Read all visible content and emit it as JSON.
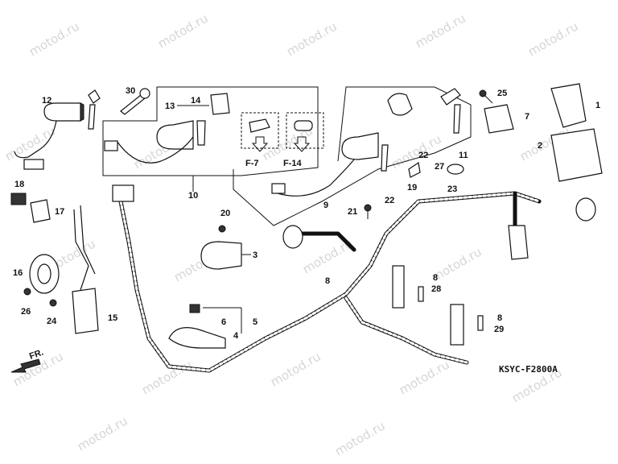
{
  "watermark": "motod.ru",
  "diagram_code": "KSYC-F2800A",
  "front_indicator": "FR.",
  "callouts": {
    "c1": "1",
    "c2": "2",
    "c3": "3",
    "c4": "4",
    "c5": "5",
    "c6": "6",
    "c7": "7",
    "c8a": "8",
    "c8b": "8",
    "c8c": "8",
    "c9": "9",
    "c10": "10",
    "c11": "11",
    "c12": "12",
    "c13": "13",
    "c14": "14",
    "c15": "15",
    "c16": "16",
    "c17": "17",
    "c18": "18",
    "c19": "19",
    "c20": "20",
    "c21": "21",
    "c22a": "22",
    "c22b": "22",
    "c23": "23",
    "c24": "24",
    "c25": "25",
    "c26": "26",
    "c27": "27",
    "c28": "28",
    "c29": "29",
    "c30": "30"
  },
  "refs": {
    "f7": "F-7",
    "f14": "F-14"
  }
}
